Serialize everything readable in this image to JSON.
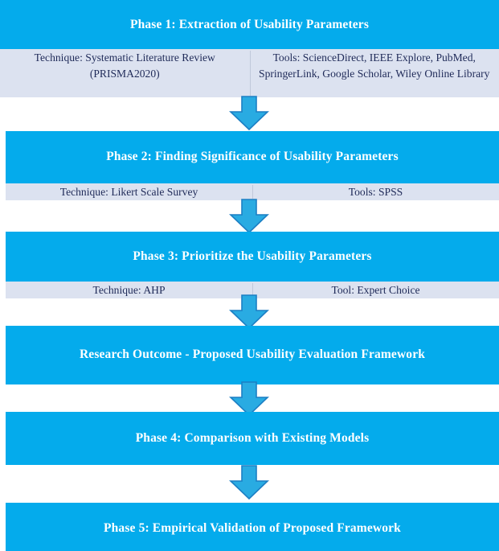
{
  "figure": {
    "kind": "research-methodology-flowchart",
    "colors": {
      "phase_fill": "#04ABEC",
      "phase_text": "#FFFFFF",
      "detail_fill": "#DCE2F0",
      "detail_text": "#1F2A58",
      "arrow_fill": "#29ABE2",
      "arrow_stroke": "#1C7FC4",
      "page_background": "#FFFFFF"
    }
  },
  "nodes": [
    {
      "id": "phase-1",
      "title": "Phase 1: Extraction of Usability Parameters",
      "details": {
        "technique": "Technique: Systematic Literature Review (PRISMA2020)",
        "tools": "Tools: ScienceDirect, IEEE Explore, PubMed, SpringerLink, Google Scholar, Wiley Online Library"
      }
    },
    {
      "id": "phase-2",
      "title": "Phase 2: Finding Significance of Usability Parameters",
      "details": {
        "technique": "Technique: Likert Scale Survey",
        "tools": "Tools: SPSS"
      }
    },
    {
      "id": "phase-3",
      "title": "Phase 3: Prioritize the Usability Parameters",
      "details": {
        "technique": "Technique: AHP",
        "tools": "Tool: Expert Choice"
      }
    },
    {
      "id": "research-outcome",
      "title": "Research Outcome - Proposed Usability Evaluation Framework",
      "details": null
    },
    {
      "id": "phase-4",
      "title": "Phase 4: Comparison with Existing Models",
      "details": null
    },
    {
      "id": "phase-5",
      "title": "Phase 5: Empirical Validation of Proposed Framework",
      "details": null
    }
  ],
  "arrows": [
    {
      "id": "arrow-1",
      "from": "phase-1",
      "to": "phase-2",
      "direction": "down"
    },
    {
      "id": "arrow-2",
      "from": "phase-2",
      "to": "phase-3",
      "direction": "down"
    },
    {
      "id": "arrow-3",
      "from": "phase-3",
      "to": "research-outcome",
      "direction": "down"
    },
    {
      "id": "arrow-4",
      "from": "research-outcome",
      "to": "phase-4",
      "direction": "down"
    },
    {
      "id": "arrow-5",
      "from": "phase-4",
      "to": "phase-5",
      "direction": "down"
    }
  ]
}
